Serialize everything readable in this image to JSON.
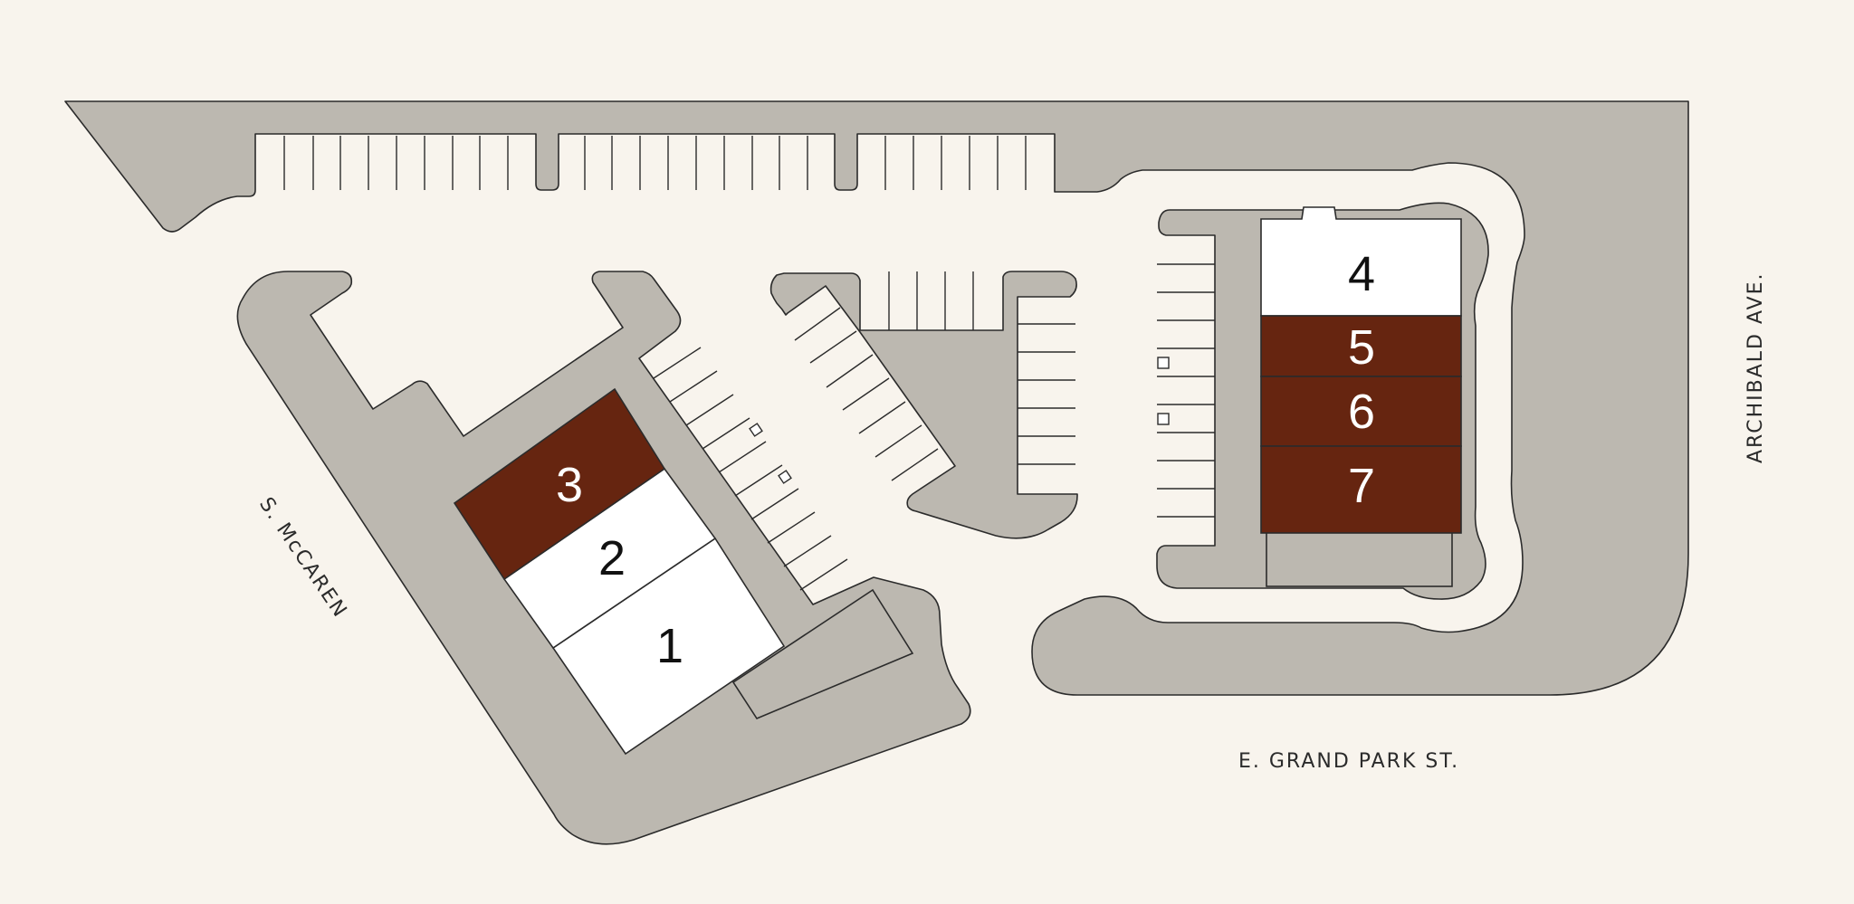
{
  "colors": {
    "background": "#f8f4ed",
    "pavement": "#bcb8b0",
    "outline": "#2b2b2b",
    "available_unit": "#ffffff",
    "leased_unit": "#662510",
    "available_text": "#111111",
    "leased_text": "#ffffff"
  },
  "streets": {
    "west": "S. McCAREN",
    "east": "ARCHIBALD AVE.",
    "south": "E. GRAND PARK ST."
  },
  "units": [
    {
      "number": "1",
      "status": "available"
    },
    {
      "number": "2",
      "status": "available"
    },
    {
      "number": "3",
      "status": "leased"
    },
    {
      "number": "4",
      "status": "available"
    },
    {
      "number": "5",
      "status": "leased"
    },
    {
      "number": "6",
      "status": "leased"
    },
    {
      "number": "7",
      "status": "leased"
    }
  ]
}
